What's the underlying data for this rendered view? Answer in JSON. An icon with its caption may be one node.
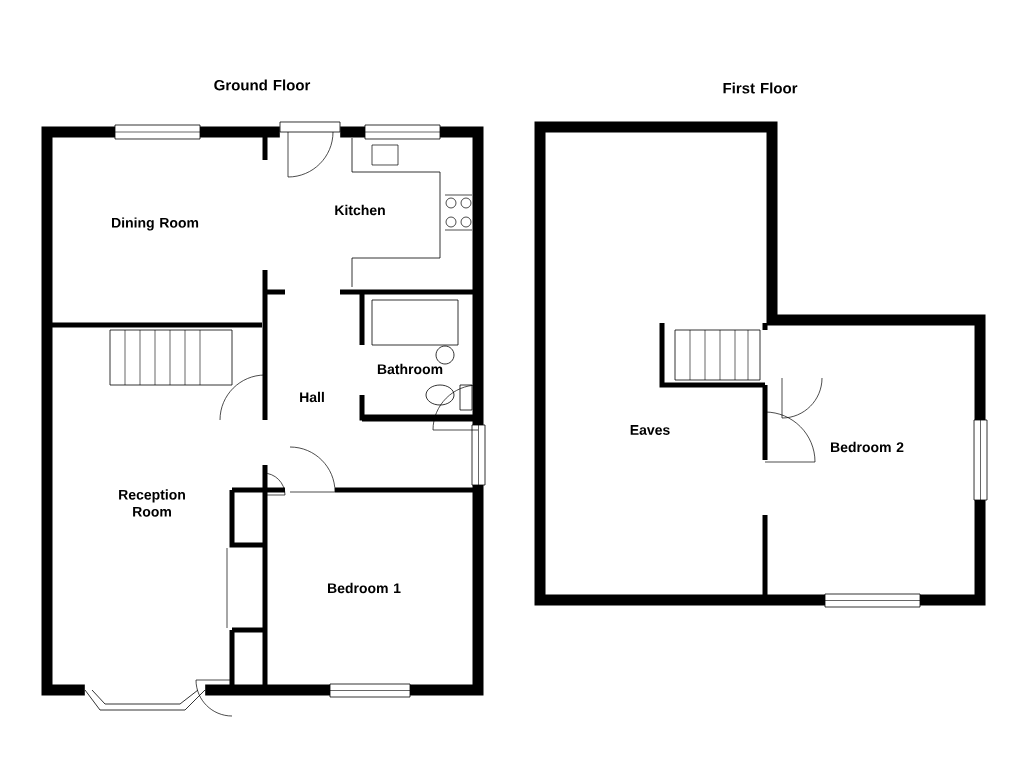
{
  "diagram": {
    "labels": [
      "Ground Floor",
      "First Floor",
      "Dining Room",
      "Kitchen",
      "Bathroom",
      "Hall",
      "Reception Room",
      "Bedroom 1",
      "Eaves",
      "Bedroom 2"
    ]
  }
}
